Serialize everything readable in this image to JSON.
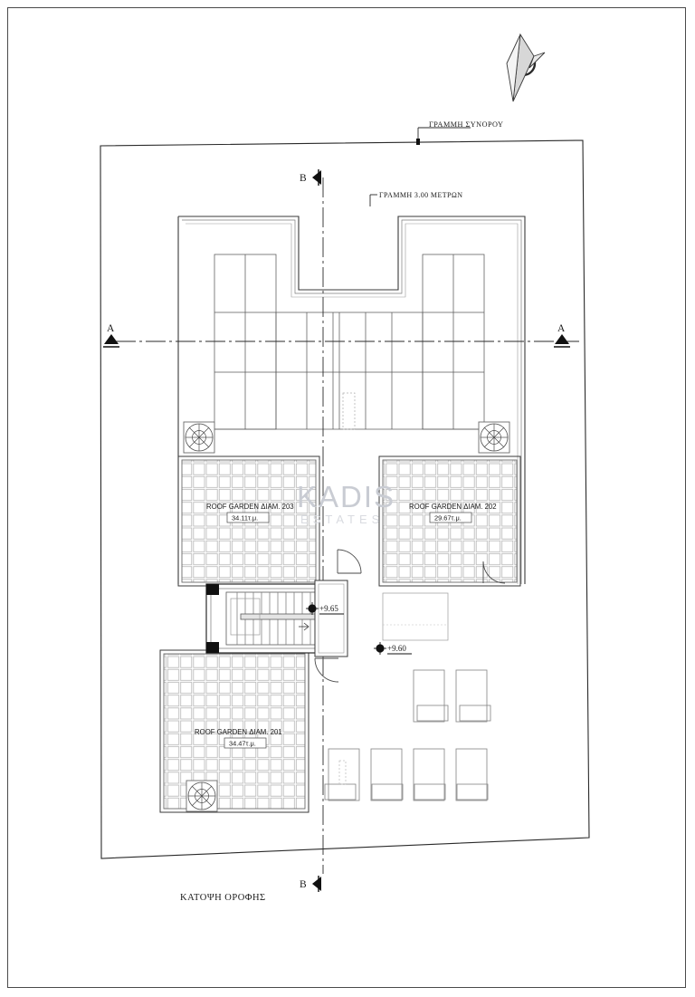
{
  "drawing": {
    "title": "ΚΑΤΟΨΗ ΟΡΟΦΗΣ",
    "boundary_label": "ΓΡΑΜΜΗ ΣΥΝΟΡΟΥ",
    "setback_label": "ΓΡΑΜΜΗ 3.00  ΜΕΤΡΩΝ",
    "watermark_line1": "KADIS",
    "watermark_line2": "ESTATES"
  },
  "section_markers": {
    "b_top": "B",
    "b_bottom": "B",
    "a_left": "A",
    "a_right": "A"
  },
  "roof_gardens": [
    {
      "id": "203",
      "label": "ROOF GARDEN ΔΙΑΜ. 203",
      "area": "34.11τ.μ."
    },
    {
      "id": "202",
      "label": "ROOF GARDEN ΔΙΑΜ. 202",
      "area": "29.67τ.μ."
    },
    {
      "id": "201",
      "label": "ROOF GARDEN ΔΙΑΜ. 201",
      "area": "34.47τ.μ."
    }
  ],
  "elevations": [
    {
      "id": "stair-landing",
      "value": "+9.65"
    },
    {
      "id": "terrace",
      "value": "+9.60"
    }
  ],
  "colors": {
    "line": "#1a1a1a",
    "thin_line": "#555555",
    "hatch": "#b8b8b8",
    "watermark": "#c9ccd3",
    "page_border": "#4a4a4a",
    "fill_solid": "#111111"
  },
  "compass": {
    "name": "north-arrow"
  }
}
